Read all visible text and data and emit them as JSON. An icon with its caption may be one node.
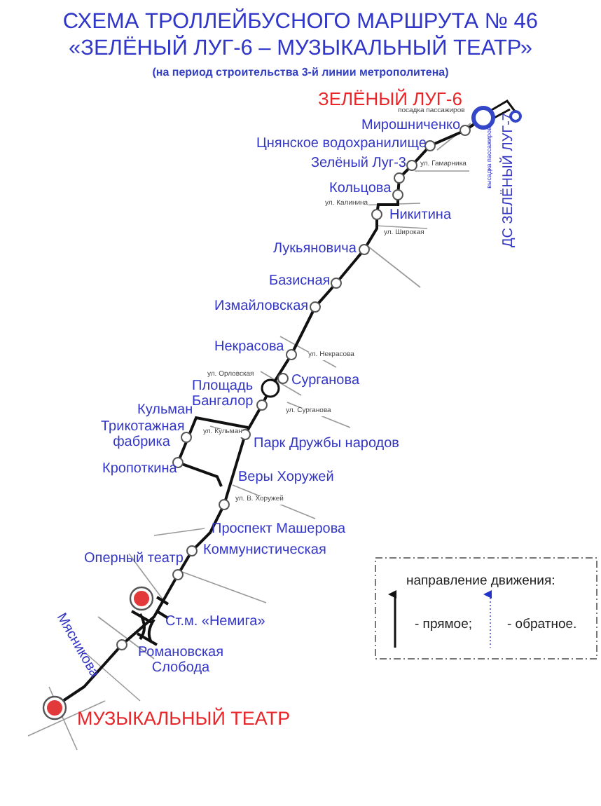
{
  "diagram": {
    "title": "СХЕМА ТРОЛЛЕЙБУСНОГО МАРШРУТА № 46 «ЗЕЛЁНЫЙ ЛУГ-6 – МУЗЫКАЛЬНЫЙ ТЕАТР»",
    "caption": "(на период строительства 3-й линии метрополитена)",
    "labels": [
      "ЗЕЛЁНЫЙ ЛУГ-6",
      "посадка пассажиров",
      "Мирошниченко",
      "Цнянское водохранилище",
      "Зелёный Луг-3",
      "ул. Гамарника",
      "ДС ЗЕЛЁНЫЙ ЛУГ-7",
      "высадка пассажиров",
      "Кольцова",
      "ул. Калинина",
      "Никитина",
      "ул. Широкая",
      "Лукьяновича",
      "Базисная",
      "Измайловская",
      "Некрасова",
      "ул. Некрасова",
      "ул. Орловская",
      "Сурганова",
      "Площадь Бангалор",
      "ул. Сурганова",
      "Кульман",
      "Трикотажная фабрика",
      "ул. Кульман",
      "Парк Дружбы народов",
      "Кропоткина",
      "Веры Хоружей",
      "ул. В. Хоружей",
      "Проспект Машерова",
      "Коммунистическая",
      "Оперный театр",
      "Ст.м. «Немига»",
      "Мясникова",
      "Романовская Слобода",
      "МУЗЫКАЛЬНЫЙ ТЕАТР",
      "направление движения:"
    ],
    "legend": [
      {
        "text": "- прямое;"
      },
      {
        "text": "- обратное."
      }
    ]
  }
}
